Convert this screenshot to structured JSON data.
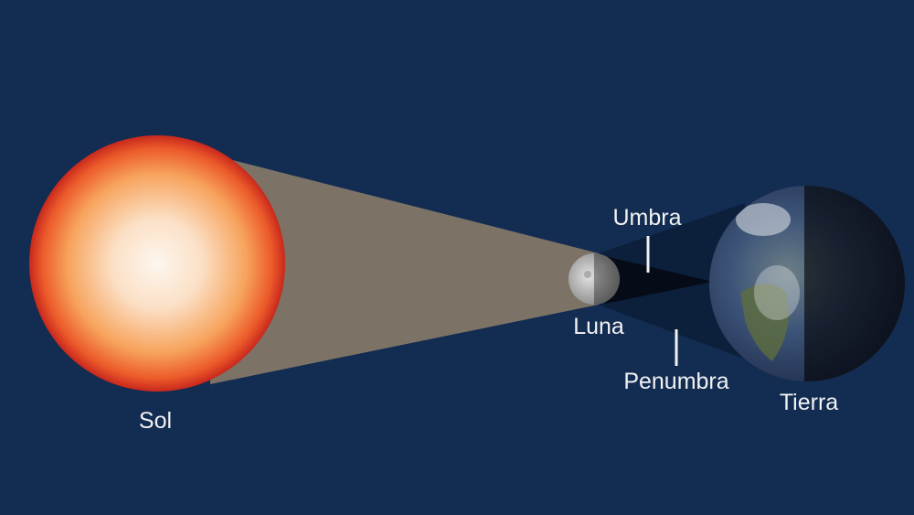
{
  "labels": {
    "sun": "Sol",
    "moon": "Luna",
    "earth": "Tierra",
    "umbra": "Umbra",
    "penumbra": "Penumbra"
  },
  "colors": {
    "background": "#132c52",
    "light_cone": "#7c7366",
    "penumbra": "#0e2340",
    "umbra": "#060e1c"
  }
}
